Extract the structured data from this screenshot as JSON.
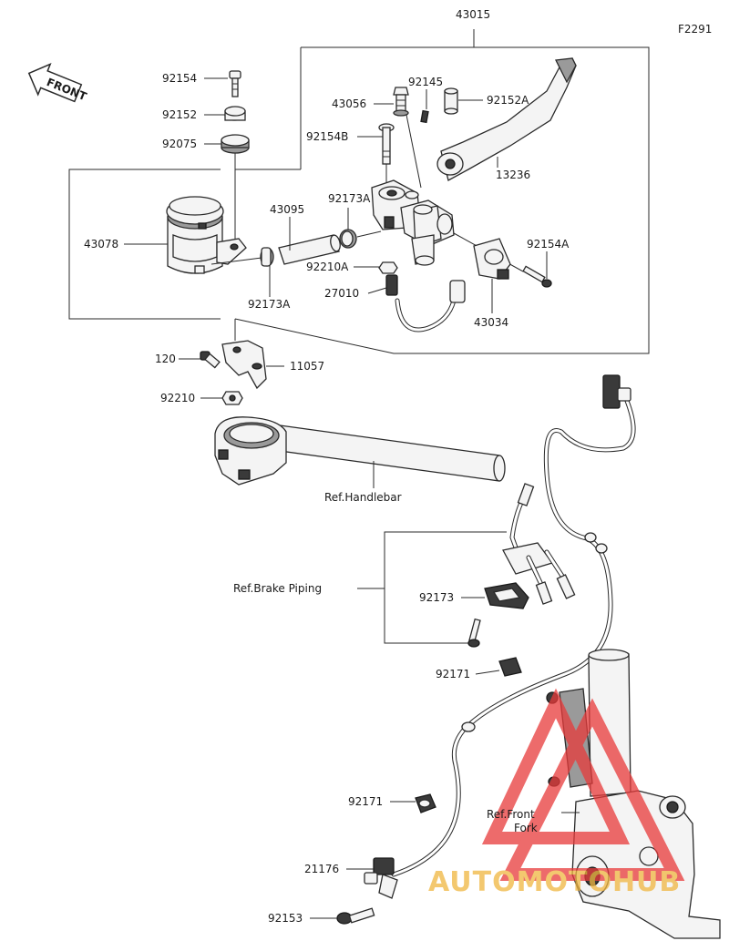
{
  "figure_id": "F2291",
  "front_label": "FRONT",
  "parts": {
    "p43015": "43015",
    "p92154": "92154",
    "p92152": "92152",
    "p92075": "92075",
    "p43078": "43078",
    "p43095": "43095",
    "p92173A_top": "92173A",
    "p92173A_bot": "92173A",
    "p92210A": "92210A",
    "p27010": "27010",
    "p43056": "43056",
    "p92145": "92145",
    "p92152A": "92152A",
    "p92154B": "92154B",
    "p13236": "13236",
    "p92154A": "92154A",
    "p43034": "43034",
    "p120": "120",
    "p11057": "11057",
    "p92210": "92210",
    "p92173": "92173",
    "p92171_a": "92171",
    "p92171_b": "92171",
    "p21176": "21176",
    "p92153": "92153"
  },
  "refs": {
    "handlebar": "Ref.Handlebar",
    "brake_piping": "Ref.Brake Piping",
    "front_fork_line1": "Ref.Front",
    "front_fork_line2": "Fork"
  },
  "watermark": {
    "text": "AUTOMOTOHUB",
    "color": "#f0b640",
    "triangle_color": "#e83a3a"
  }
}
